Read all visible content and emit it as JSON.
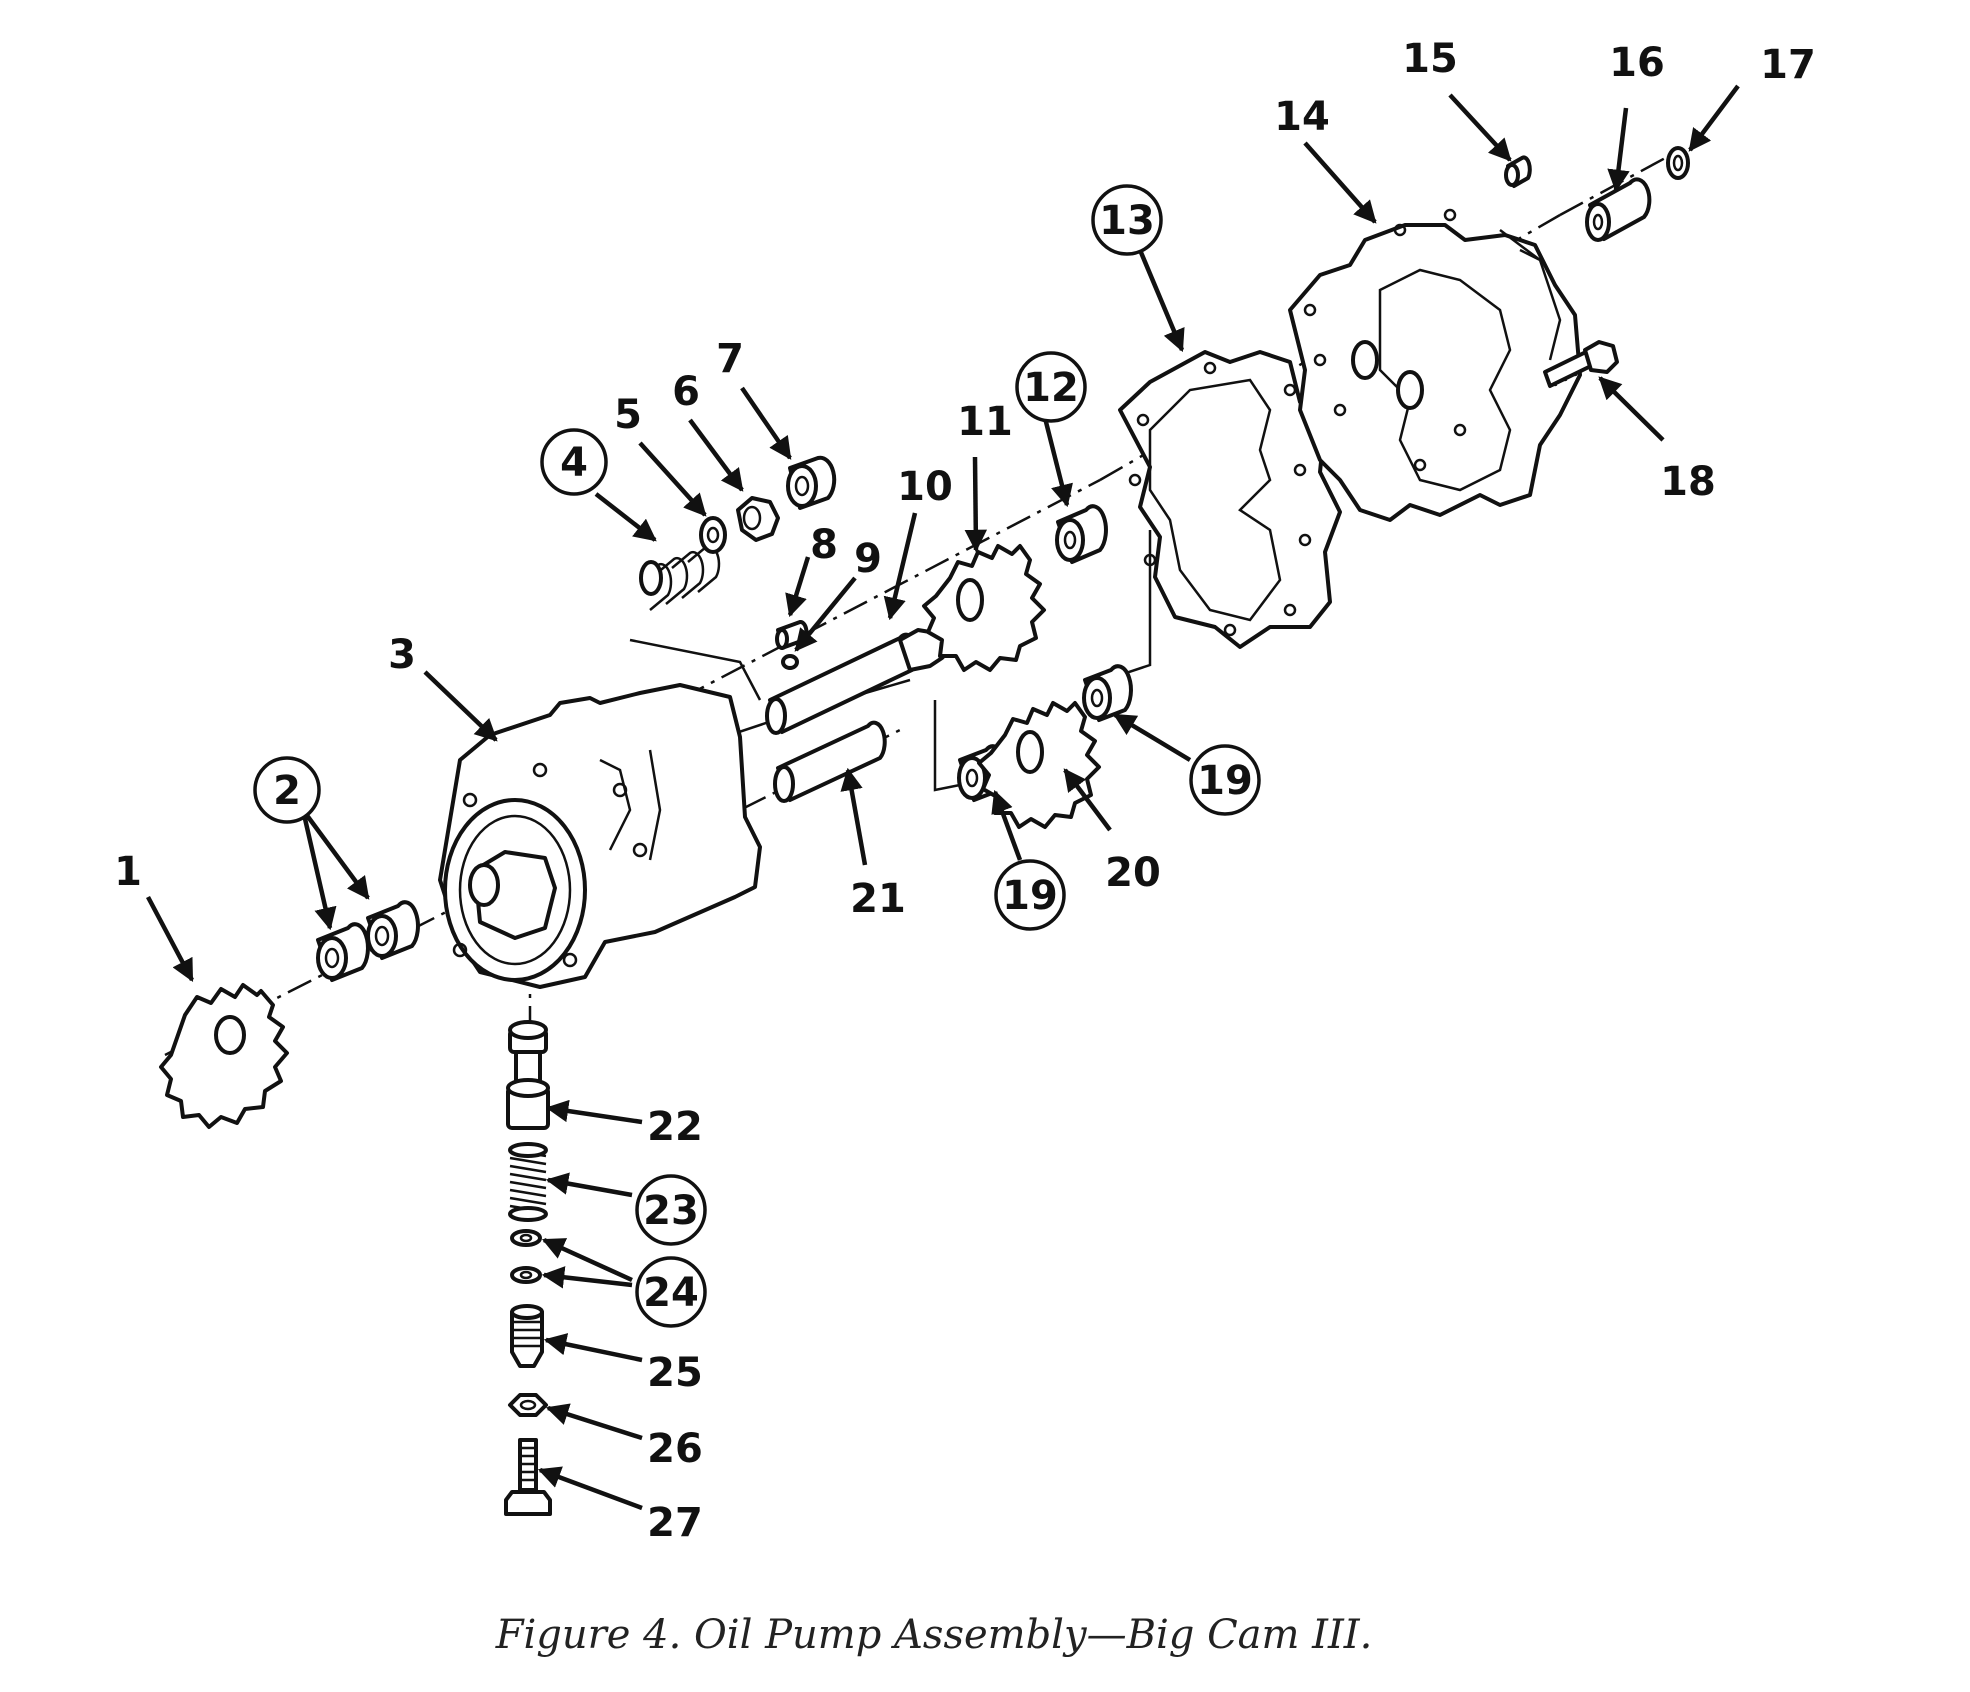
{
  "figure": {
    "caption": "Figure 4. Oil Pump Assembly—Big Cam III.",
    "parts": [
      {
        "label": "1",
        "circled": false
      },
      {
        "label": "2",
        "circled": true
      },
      {
        "label": "3",
        "circled": false
      },
      {
        "label": "4",
        "circled": true
      },
      {
        "label": "5",
        "circled": false
      },
      {
        "label": "6",
        "circled": false
      },
      {
        "label": "7",
        "circled": false
      },
      {
        "label": "8",
        "circled": false
      },
      {
        "label": "9",
        "circled": false
      },
      {
        "label": "10",
        "circled": false
      },
      {
        "label": "11",
        "circled": false
      },
      {
        "label": "12",
        "circled": true
      },
      {
        "label": "13",
        "circled": true
      },
      {
        "label": "14",
        "circled": false
      },
      {
        "label": "15",
        "circled": false
      },
      {
        "label": "16",
        "circled": false
      },
      {
        "label": "17",
        "circled": false
      },
      {
        "label": "18",
        "circled": false
      },
      {
        "label": "19",
        "circled": true
      },
      {
        "label": "19",
        "circled": true
      },
      {
        "label": "20",
        "circled": false
      },
      {
        "label": "21",
        "circled": false
      },
      {
        "label": "22",
        "circled": false
      },
      {
        "label": "23",
        "circled": true
      },
      {
        "label": "24",
        "circled": true
      },
      {
        "label": "25",
        "circled": false
      },
      {
        "label": "26",
        "circled": false
      },
      {
        "label": "27",
        "circled": false
      }
    ]
  }
}
